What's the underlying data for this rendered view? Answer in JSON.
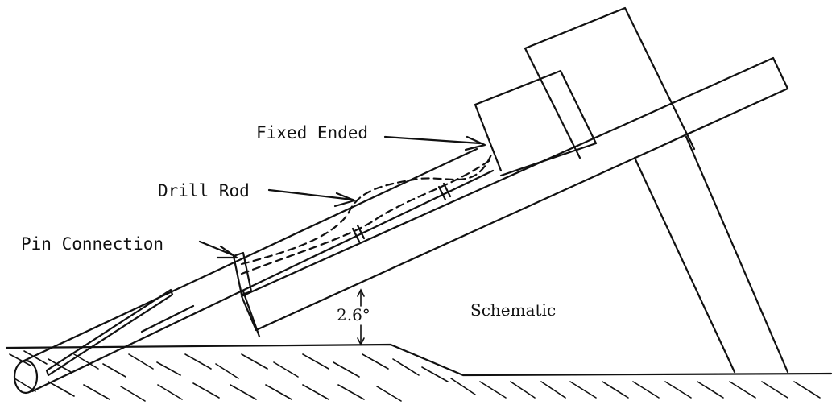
{
  "labels": {
    "fixed_ended": "Fixed Ended",
    "drill_rod": "Drill Rod",
    "pin_connection": "Pin Connection",
    "schematic": "Schematic",
    "angle": "2.6°"
  }
}
